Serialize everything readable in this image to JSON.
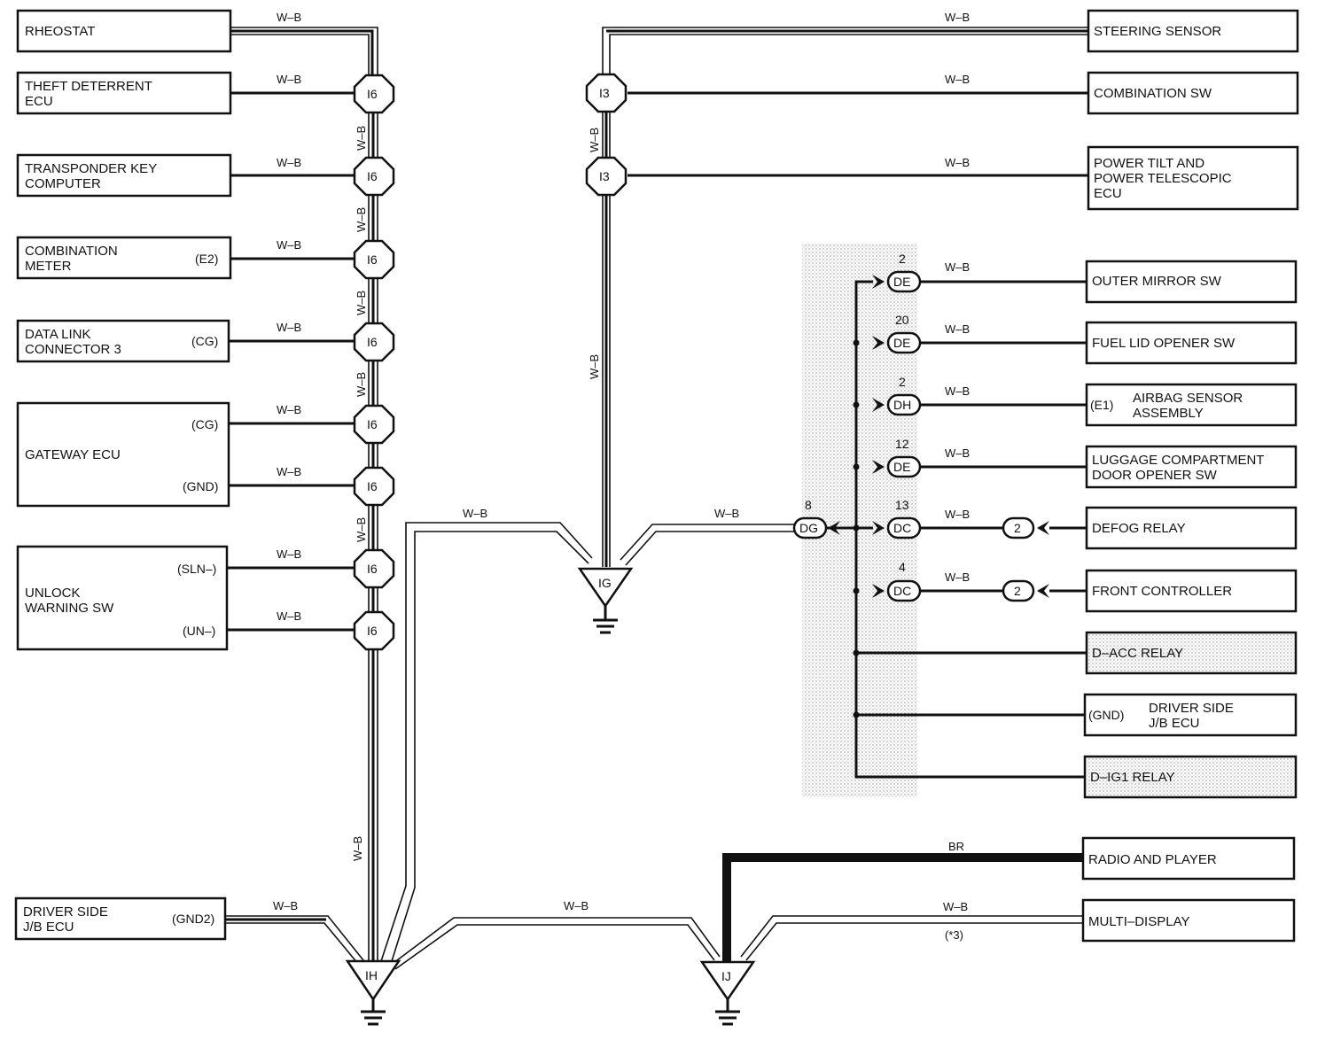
{
  "wire_color_wb": "W–B",
  "wire_color_br": "BR",
  "left_components": {
    "rheostat": "RHEOSTAT",
    "theft_l1": "THEFT DETERRENT",
    "theft_l2": "ECU",
    "transponder_l1": "TRANSPONDER KEY",
    "transponder_l2": "COMPUTER",
    "combmeter_l1": "COMBINATION",
    "combmeter_l2": "METER",
    "combmeter_pin": "(E2)",
    "dlc_l1": "DATA LINK",
    "dlc_l2": "CONNECTOR 3",
    "dlc_pin": "(CG)",
    "gateway": "GATEWAY ECU",
    "gateway_pin1": "(CG)",
    "gateway_pin2": "(GND)",
    "unlock_l1": "UNLOCK",
    "unlock_l2": "WARNING SW",
    "unlock_pin1": "(SLN–)",
    "unlock_pin2": "(UN–)",
    "driverjb_l1": "DRIVER SIDE",
    "driverjb_l2": "J/B ECU",
    "driverjb_pin": "(GND2)"
  },
  "right_components": {
    "steering": "STEERING SENSOR",
    "combsw": "COMBINATION SW",
    "tilt_l1": "POWER TILT AND",
    "tilt_l2": "POWER TELESCOPIC",
    "tilt_l3": "ECU",
    "mirror": "OUTER MIRROR SW",
    "fuel": "FUEL LID OPENER SW",
    "airbag_pin": "(E1)",
    "airbag_l1": "AIRBAG SENSOR",
    "airbag_l2": "ASSEMBLY",
    "luggage_l1": "LUGGAGE COMPARTMENT",
    "luggage_l2": "DOOR OPENER SW",
    "defog": "DEFOG RELAY",
    "front": "FRONT CONTROLLER",
    "dacc": "D–ACC RELAY",
    "driverjb2_pin": "(GND)",
    "driverjb2_l1": "DRIVER SIDE",
    "driverjb2_l2": "J/B ECU",
    "dig1": "D–IG1 RELAY",
    "radio": "RADIO AND PLAYER",
    "multi": "MULTI–DISPLAY",
    "multi_note": "(*3)"
  },
  "connectors": {
    "i6": "I6",
    "i3": "I3",
    "de": "DE",
    "dh": "DH",
    "dc": "DC",
    "dg": "DG",
    "pin_2": "2",
    "pin_20": "20",
    "pin_12": "12",
    "pin_13": "13",
    "pin_4": "4",
    "pin_8": "8"
  },
  "grounds": {
    "ih": "IH",
    "ig": "IG",
    "ij": "IJ"
  }
}
